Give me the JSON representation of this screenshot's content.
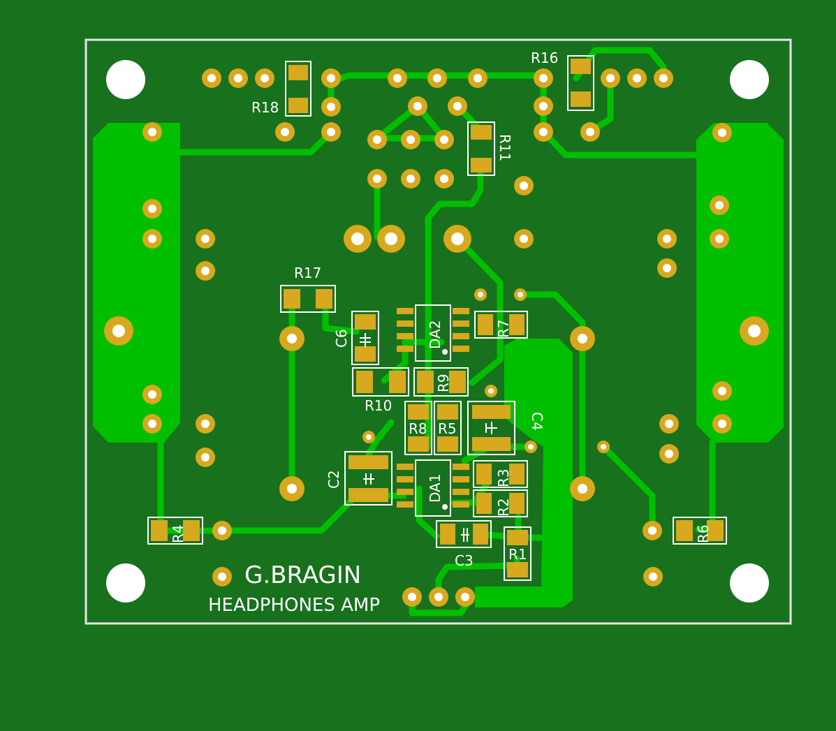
{
  "board": {
    "author_label": "G.BRAGIN",
    "title_label": "HEADPHONES AMP",
    "colors": {
      "substrate": "#18711c",
      "copper": "#00bf00",
      "pad": "#d8a81e",
      "drill": "#ffffff",
      "silkscreen": "#ffffff"
    }
  },
  "components": {
    "R1": "R1",
    "R2": "R2",
    "R3": "R3",
    "R4": "R4",
    "R5": "R5",
    "R6": "R6",
    "R7": "R7",
    "R8": "R8",
    "R9": "R9",
    "R10": "R10",
    "R11": "R11",
    "R16": "R16",
    "R17": "R17",
    "R18": "R18",
    "C2": "C2",
    "C3": "C3",
    "C4": "C4",
    "C6": "C6",
    "DA1": "DA1",
    "DA2": "DA2"
  }
}
